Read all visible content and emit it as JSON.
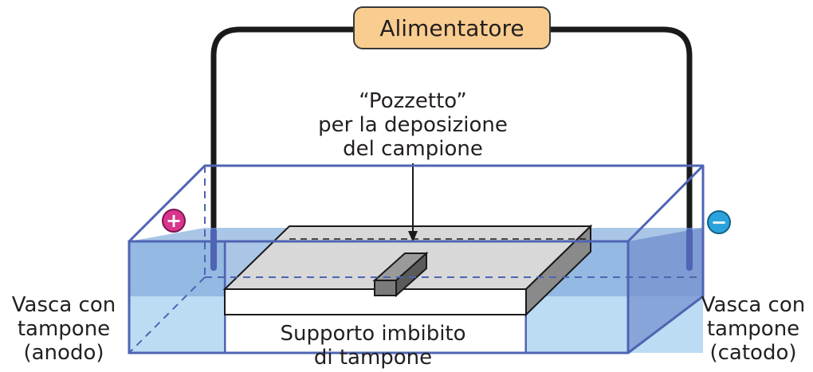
{
  "power_supply": {
    "label": "Alimentatore"
  },
  "well_label": {
    "lines": [
      "“Pozzetto”",
      "per la deposizione",
      "del campione"
    ]
  },
  "left_tank_label": {
    "lines": [
      "Vasca con",
      "tampone",
      "(anodo)"
    ]
  },
  "right_tank_label": {
    "lines": [
      "Vasca con",
      "tampone",
      "(catodo)"
    ]
  },
  "support_label": {
    "lines": [
      "Supporto imbibito",
      "di tampone"
    ]
  },
  "anode_sign": "+",
  "cathode_sign": "−",
  "colors": {
    "power_fill": "#f9cd8f",
    "buffer_fill": "#bcdcf4",
    "tank_outline": "#4f64b3",
    "anode": "#d9358c",
    "cathode": "#2aa3dc",
    "gel": "#d8d8d8",
    "wire": "#1a1a1a"
  }
}
